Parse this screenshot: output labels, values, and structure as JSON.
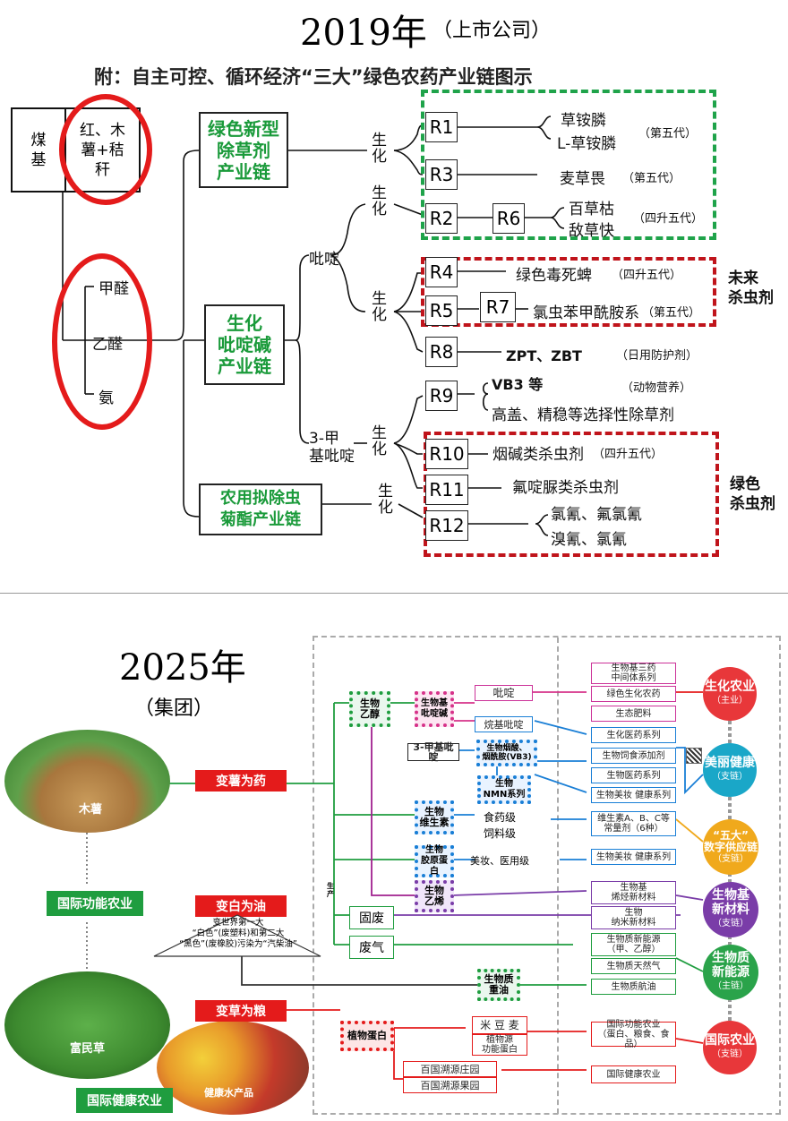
{
  "top": {
    "year": "2019年",
    "company": "（上市公司）",
    "subtitle": "附：自主可控、循环经济“三大”绿色农药产业链图示",
    "source_box": {
      "left": "煤\n基",
      "right": "红、木\n薯+秸\n秆"
    },
    "raw": [
      "甲醛",
      "乙醛",
      "氨"
    ],
    "chains": [
      "绿色新型\n除草剂\n产业链",
      "生化\n吡啶碱\n产业链",
      "农用拟除虫\n菊酯产业链"
    ],
    "shenghua": "生\n化",
    "pyridine": "吡啶",
    "methylpyridine": "3-甲\n基吡啶",
    "r": [
      "R1",
      "R2",
      "R3",
      "R4",
      "R5",
      "R6",
      "R7",
      "R8",
      "R9",
      "R10",
      "R11",
      "R12"
    ],
    "products": {
      "r1a": "草铵膦",
      "r1b": "L-草铵膦",
      "r1_note": "（第五代）",
      "r3": "麦草畏",
      "r3_note": "（第五代）",
      "r6a": "百草枯",
      "r6b": "敌草快",
      "r6_note": "（四升五代）",
      "r4": "绿色毒死蜱",
      "r4_note": "（四升五代）",
      "r7": "氯虫苯甲酰胺系",
      "r7_note": "（第五代）",
      "r8": "ZPT、ZBT",
      "r8_note": "（日用防护剂）",
      "r9a": "VB3 等",
      "r9a_note": "（动物营养）",
      "r9b": "高盖、精稳等选择性除草剂",
      "r10": "烟碱类杀虫剂",
      "r10_note": "（四升五代）",
      "r11": "氟啶脲类杀虫剂",
      "r12a": "氯氰、氟氯氰",
      "r12b": "溴氰、氯氰"
    },
    "side_labels": {
      "future": "未来\n杀虫剂",
      "green": "绿色\n杀虫剂"
    }
  },
  "bottom": {
    "year": "2025年",
    "group": "（集团）",
    "images": {
      "cassava": "木薯",
      "grass": "富民草",
      "fruit": "健康水产品"
    },
    "green_tags": [
      "国际功能农业",
      "国际健康农业"
    ],
    "red_tags": [
      "变薯为药",
      "变白为油",
      "变草为粮"
    ],
    "triangle": "变世界第一大\n“白色”(废塑料)和第二大\n“黑色”(废橡胶)污染为“汽柴油”",
    "vert_label": "生产",
    "waste": [
      "固废",
      "废气"
    ],
    "chips": [
      "生物\n乙醇",
      "生物基\n吡啶碱",
      "生物\n维生素",
      "生物\n胶原蛋白",
      "生物\n乙烯",
      "生物质\n重油",
      "植物蛋白"
    ],
    "mid_items": {
      "pyridine": "吡啶",
      "picoline": "烷基吡啶",
      "methylpyr": "3-甲基吡啶",
      "nicotinamide": "生物烟酸、\n烟酰胺(VB3)",
      "nmn": "生物\nNMN系列",
      "food_grade": "食药级",
      "feed_grade": "饲料级",
      "cosmetic": "美妆、医用级",
      "crops": "米 豆 麦",
      "plant_protein": "植物源\n功能蛋白",
      "estate": "百国溯源庄园",
      "orchard": "百国溯源果园"
    },
    "right_items": [
      "生物基三药\n中间体系列",
      "绿色生化农药",
      "生态肥料",
      "生化医药系列",
      "生物饲食添加剂",
      "生物医药系列",
      "生物美妆 健康系列",
      "维生素A、B、C等\n常量剂（6种）",
      "生物美妆 健康系列",
      "生物基\n烯烃新材料",
      "生物\n纳米新材料",
      "生物质新能源\n（甲、乙醇）",
      "生物质天然气",
      "生物质航油",
      "国际功能农业\n（蛋白、粮食、食品）",
      "国际健康农业"
    ],
    "apples": [
      {
        "name": "生化农业",
        "sub": "（主业）",
        "color": "#e8373a"
      },
      {
        "name": "美丽健康",
        "sub": "（支链）",
        "color": "#1aa7c8"
      },
      {
        "name": "“五大”\n数字供应链",
        "sub": "（支链）",
        "color": "#f0a91c"
      },
      {
        "name": "生物基\n新材料",
        "sub": "（支链）",
        "color": "#7a3da8"
      },
      {
        "name": "生物质\n新能源",
        "sub": "（主链）",
        "color": "#2aa34a"
      },
      {
        "name": "国际农业",
        "sub": "（支链）",
        "color": "#e8373a"
      }
    ],
    "qr_icon": "qr-code"
  }
}
